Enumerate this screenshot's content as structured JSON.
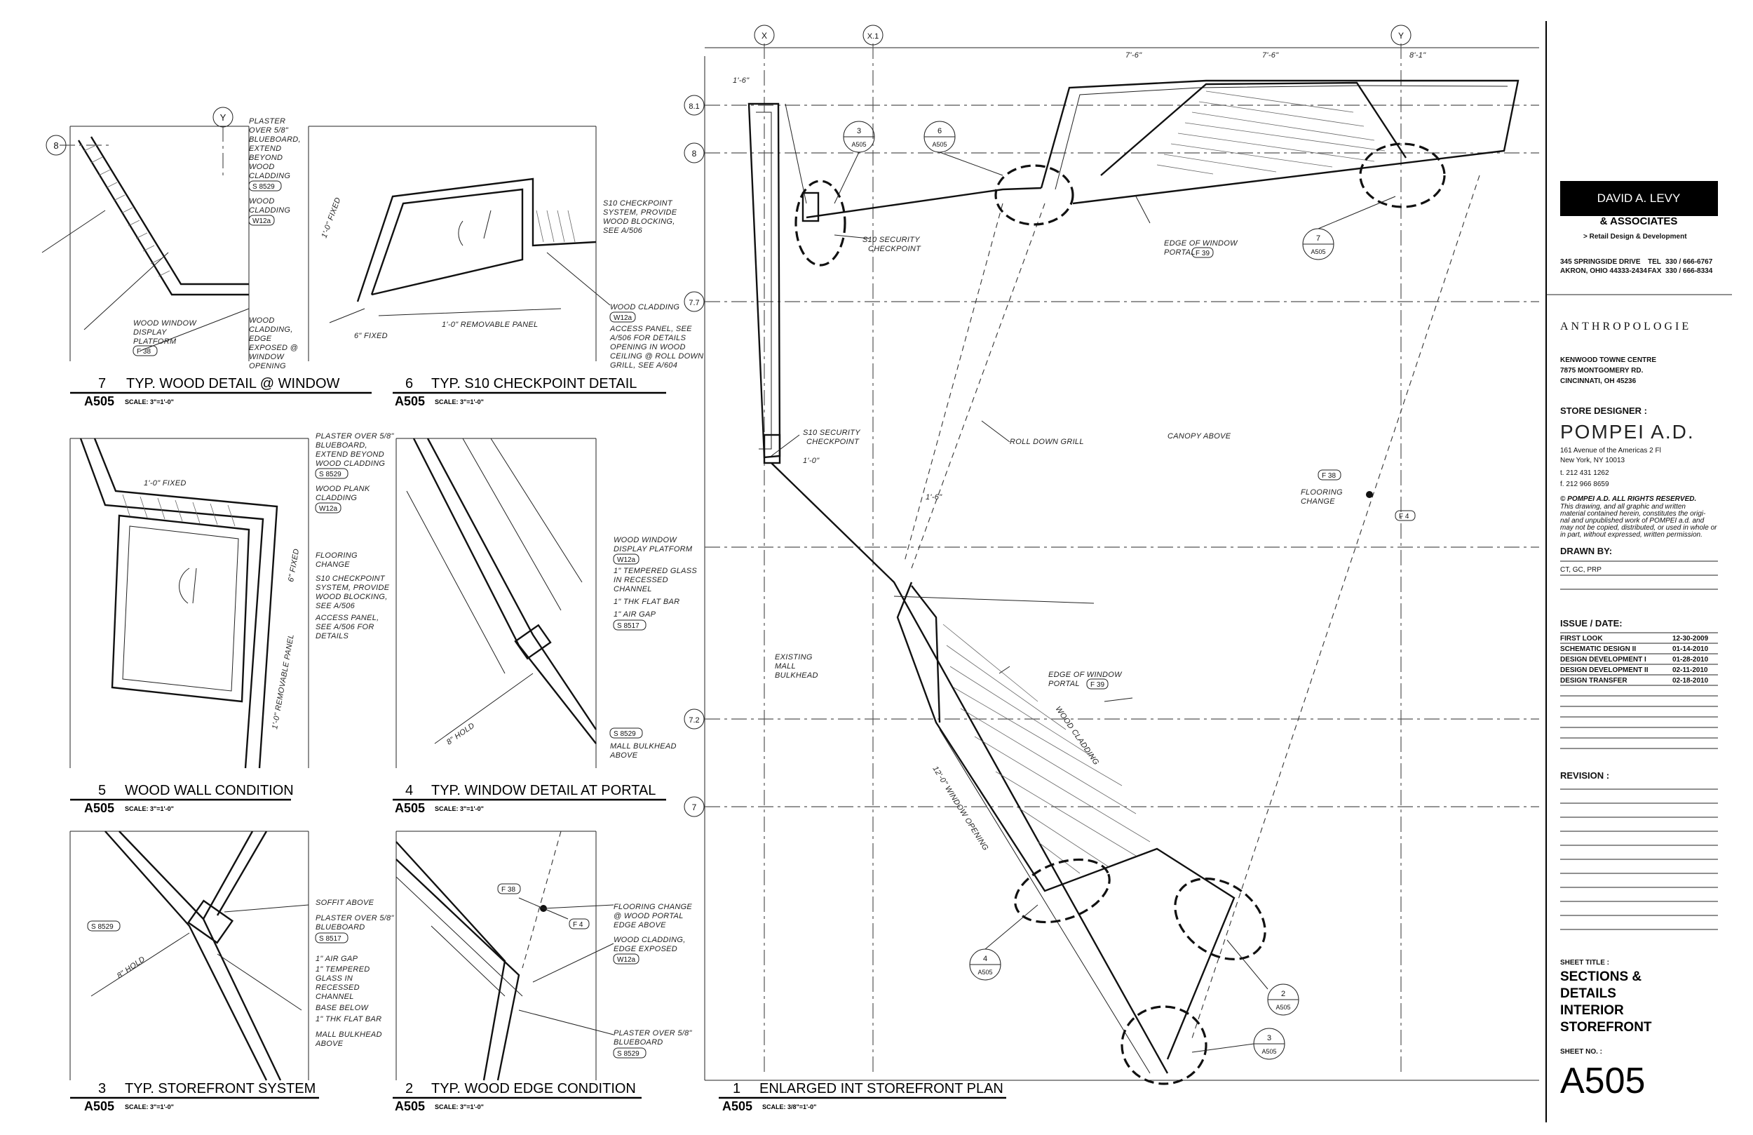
{
  "details": [
    {
      "num": "7",
      "title": "TYP. WOOD DETAIL @ WINDOW",
      "sheet": "A505",
      "scale": "SCALE: 3\"=1'-0\""
    },
    {
      "num": "6",
      "title": "TYP. S10 CHECKPOINT DETAIL",
      "sheet": "A505",
      "scale": "SCALE: 3\"=1'-0\""
    },
    {
      "num": "5",
      "title": "WOOD WALL CONDITION",
      "sheet": "A505",
      "scale": "SCALE: 3\"=1'-0\""
    },
    {
      "num": "4",
      "title": "TYP. WINDOW DETAIL AT PORTAL",
      "sheet": "A505",
      "scale": "SCALE: 3\"=1'-0\""
    },
    {
      "num": "3",
      "title": "TYP. STOREFRONT SYSTEM",
      "sheet": "A505",
      "scale": "SCALE: 3\"=1'-0\""
    },
    {
      "num": "2",
      "title": "TYP. WOOD EDGE CONDITION",
      "sheet": "A505",
      "scale": "SCALE: 3\"=1'-0\""
    },
    {
      "num": "1",
      "title": "ENLARGED INT STOREFRONT PLAN",
      "sheet": "A505",
      "scale": "SCALE: 3/8\"=1'-0\""
    }
  ],
  "notes": {
    "d7": [
      "PLASTER",
      "OVER 5/8\"",
      "BLUEBOARD,",
      "EXTEND",
      "BEYOND",
      "WOOD",
      "CLADDING",
      "S 8529",
      "WOOD",
      "CLADDING",
      "W12a",
      "WOOD WINDOW",
      "DISPLAY",
      "PLATFORM",
      "F 38",
      "WOOD",
      "CLADDING,",
      "EDGE",
      "EXPOSED @",
      "WINDOW",
      "OPENING"
    ],
    "d6": [
      "S10 CHECKPOINT",
      "SYSTEM, PROVIDE",
      "WOOD BLOCKING,",
      "SEE A/506",
      "1'-0\" FIXED",
      "6\" FIXED",
      "1'-0\" REMOVABLE PANEL",
      "WOOD CLADDING",
      "W12a",
      "ACCESS PANEL, SEE",
      "A/506 FOR DETAILS",
      "OPENING IN WOOD",
      "CEILING @ ROLL DOWN",
      "GRILL, SEE A/604"
    ],
    "d5": [
      "PLASTER OVER 5/8\"",
      "BLUEBOARD,",
      "EXTEND BEYOND",
      "WOOD CLADDING",
      "S 8529",
      "WOOD PLANK",
      "CLADDING",
      "W12a",
      "1'-0\" FIXED",
      "6\" FIXED",
      "FLOORING",
      "CHANGE",
      "S10 CHECKPOINT",
      "SYSTEM, PROVIDE",
      "WOOD BLOCKING,",
      "SEE A/506",
      "ACCESS PANEL,",
      "SEE A/506 FOR",
      "DETAILS",
      "1'-0\" REMOVABLE PANEL"
    ],
    "d4": [
      "WOOD WINDOW",
      "DISPLAY PLATFORM",
      "W12a",
      "1\" TEMPERED GLASS",
      "IN RECESSED",
      "CHANNEL",
      "1\" THK FLAT BAR",
      "1\" AIR GAP",
      "S 8517",
      "S 8529",
      "MALL BULKHEAD",
      "ABOVE",
      "8\" HOLD"
    ],
    "d3": [
      "SOFFIT ABOVE",
      "PLASTER OVER 5/8\"",
      "BLUEBOARD",
      "S 8517",
      "1\" AIR GAP",
      "1\" TEMPERED",
      "GLASS IN",
      "RECESSED",
      "CHANNEL",
      "BASE BELOW",
      "1\" THK FLAT BAR",
      "MALL BULKHEAD",
      "ABOVE",
      "S 8529",
      "8\" HOLD"
    ],
    "d2": [
      "F 38",
      "F 4",
      "FLOORING CHANGE",
      "@ WOOD PORTAL",
      "EDGE ABOVE",
      "WOOD CLADDING,",
      "EDGE EXPOSED",
      "W12a",
      "PLASTER OVER 5/8\"",
      "BLUEBOARD",
      "S 8529"
    ],
    "d1": [
      "S10 SECURITY",
      "CHECKPOINT",
      "EDGE OF WINDOW",
      "PORTAL",
      "F 39",
      "ROLL DOWN GRILL",
      "CANOPY ABOVE",
      "FLOORING",
      "CHANGE",
      "F 38",
      "F 4",
      "S10 SECURITY",
      "CHECKPOINT",
      "EXISTING",
      "MALL",
      "BULKHEAD",
      "EDGE OF WINDOW",
      "PORTAL",
      "F 39",
      "WOOD CLADDING",
      "12'-0\" WINDOW OPENING",
      "7'-6\"",
      "7'-6\"",
      "8'-1\"",
      "1'-6\"",
      "1'-6\"",
      "1'-0\""
    ]
  },
  "grid": {
    "top": [
      "X",
      "X.1",
      "Y"
    ],
    "left": [
      "8.1",
      "8",
      "7.7",
      "7.2",
      "7"
    ]
  },
  "callouts": [
    {
      "n": "3",
      "s": "A505"
    },
    {
      "n": "6",
      "s": "A505"
    },
    {
      "n": "7",
      "s": "A505"
    },
    {
      "n": "4",
      "s": "A505"
    },
    {
      "n": "2",
      "s": "A505"
    },
    {
      "n": "3",
      "s": "A505"
    }
  ],
  "titleblock": {
    "firm_line1": "DAVID A. LEVY",
    "firm_line2": "& ASSOCIATES",
    "firm_tag": "> Retail Design & Development",
    "addr1": "345 SPRINGSIDE DRIVE",
    "addr2": "AKRON, OHIO 44333-2434",
    "tel_label": "TEL",
    "tel": "330 / 666-6767",
    "fax_label": "FAX",
    "fax": "330 / 666-8334",
    "client": "ANTHROPOLOGIE",
    "loc1": "KENWOOD TOWNE CENTRE",
    "loc2": "7875 MONTGOMERY RD.",
    "loc3": "CINCINNATI, OH 45236",
    "designer_label": "STORE DESIGNER :",
    "designer": "POMPEI A.D.",
    "d_addr1": "161 Avenue of the Americas 2 Fl",
    "d_addr2": "New York, NY 10013",
    "d_tel": "t. 212 431 1262",
    "d_fax": "f. 212 966 8659",
    "copyright": "© POMPEI A.D. ALL RIGHTS RESERVED.",
    "legal1": "This drawing, and all graphic and written",
    "legal2": "material contained herein, constitutes the origi-",
    "legal3": "nal and unpublished work of POMPEI a.d. and",
    "legal4": "may not be copied, distributed, or used in whole or",
    "legal5": "in part, without expressed, written permission.",
    "drawn_label": "DRAWN BY:",
    "drawn": "CT, GC, PRP",
    "issue_label": "ISSUE / DATE:",
    "issues": [
      {
        "name": "FIRST LOOK",
        "date": "12-30-2009"
      },
      {
        "name": "SCHEMATIC DESIGN II",
        "date": "01-14-2010"
      },
      {
        "name": "DESIGN DEVELOPMENT I",
        "date": "01-28-2010"
      },
      {
        "name": "DESIGN DEVELOPMENT II",
        "date": "02-11-2010"
      },
      {
        "name": "DESIGN TRANSFER",
        "date": "02-18-2010"
      }
    ],
    "revision_label": "REVISION :",
    "sheet_title_label": "SHEET TITLE :",
    "sheet_title": [
      "SECTIONS &",
      "DETAILS",
      "INTERIOR",
      "STOREFRONT"
    ],
    "sheet_no_label": "SHEET NO. :",
    "sheet_no": "A505"
  }
}
